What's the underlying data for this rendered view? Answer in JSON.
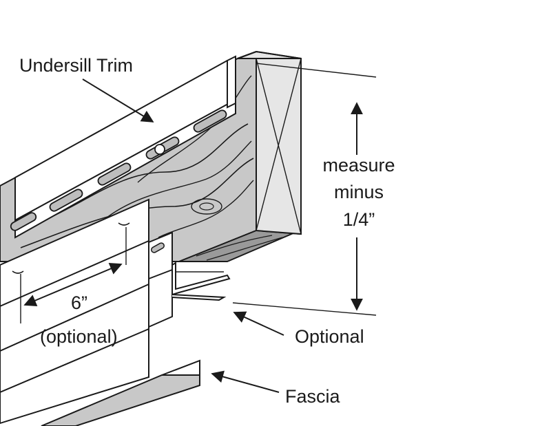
{
  "labels": {
    "undersill_trim": "Undersill Trim",
    "measure_line1": "measure",
    "measure_line2": "minus",
    "measure_line3": "1/4”",
    "six_inch": "6”",
    "optional_paren": "(optional)",
    "optional": "Optional",
    "fascia": "Fascia"
  },
  "colors": {
    "stroke": "#1a1a1a",
    "wood": "#c8c8c8",
    "wood_dark": "#9a9a9a",
    "board_end": "#e6e6e6",
    "trim": "#ffffff",
    "slot": "#bdbdbd"
  }
}
